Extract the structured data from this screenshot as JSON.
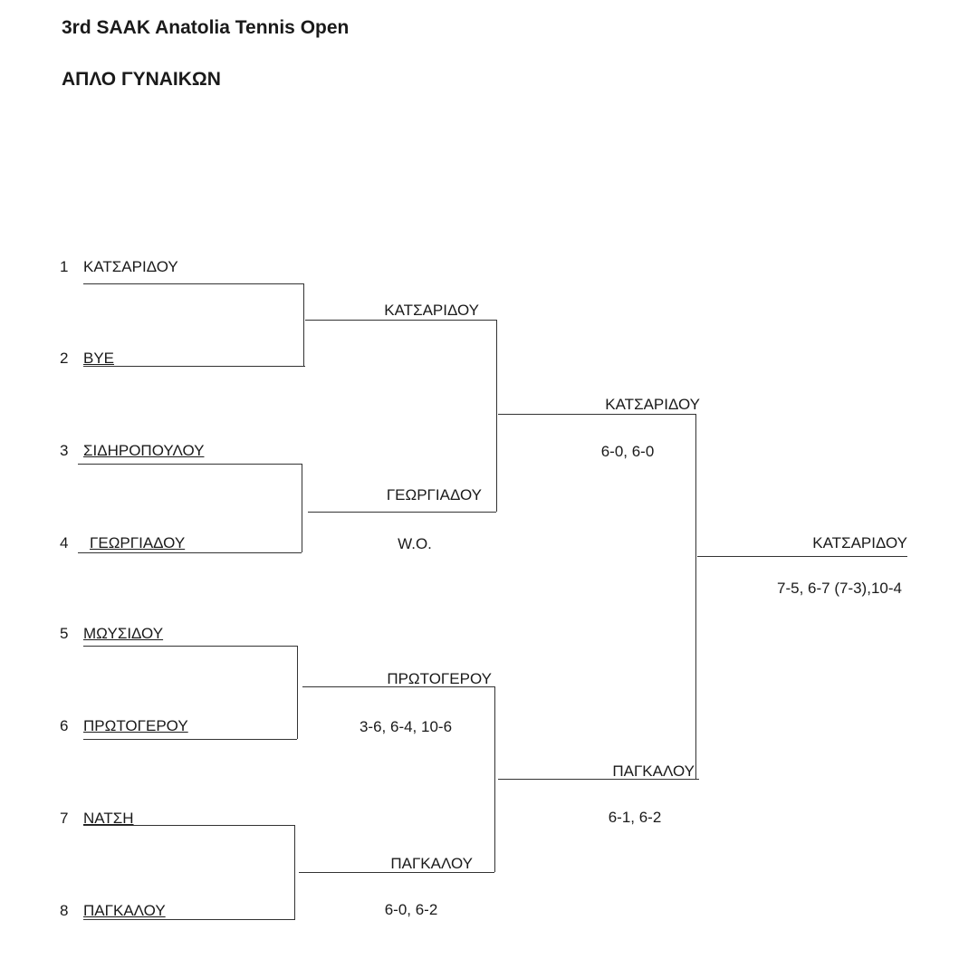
{
  "header": {
    "tournament": "3rd SAAK Anatolia Tennis Open",
    "event": "ΑΠΛΟ ΓΥΝΑΙΚΩΝ"
  },
  "round1": [
    {
      "seed": "1",
      "name": "ΚΑΤΣΑΡΙΔΟΥ"
    },
    {
      "seed": "2",
      "name": "BYE"
    },
    {
      "seed": "3",
      "name": "ΣΙΔΗΡΟΠΟΥΛΟΥ"
    },
    {
      "seed": "4",
      "name": "ΓΕΩΡΓΙΑΔΟΥ"
    },
    {
      "seed": "5",
      "name": "ΜΩΥΣΙΔΟΥ"
    },
    {
      "seed": "6",
      "name": "ΠΡΩΤΟΓΕΡΟΥ"
    },
    {
      "seed": "7",
      "name": "ΝΑΤΣΗ"
    },
    {
      "seed": "8",
      "name": "ΠΑΓΚΑΛΟΥ"
    }
  ],
  "round2": [
    {
      "name": "ΚΑΤΣΑΡΙΔΟΥ",
      "score": ""
    },
    {
      "name": "ΓΕΩΡΓΙΑΔΟΥ",
      "score": "W.O."
    },
    {
      "name": "ΠΡΩΤΟΓΕΡΟΥ",
      "score": "3-6, 6-4, 10-6"
    },
    {
      "name": "ΠΑΓΚΑΛΟΥ",
      "score": "6-0, 6-2"
    }
  ],
  "semifinal": [
    {
      "name": "ΚΑΤΣΑΡΙΔΟΥ",
      "score": "6-0, 6-0"
    },
    {
      "name": "ΠΑΓΚΑΛΟΥ",
      "score": "6-1, 6-2"
    }
  ],
  "final": {
    "name": "ΚΑΤΣΑΡΙΔΟΥ",
    "score": "7-5, 6-7 (7-3),10-4"
  }
}
